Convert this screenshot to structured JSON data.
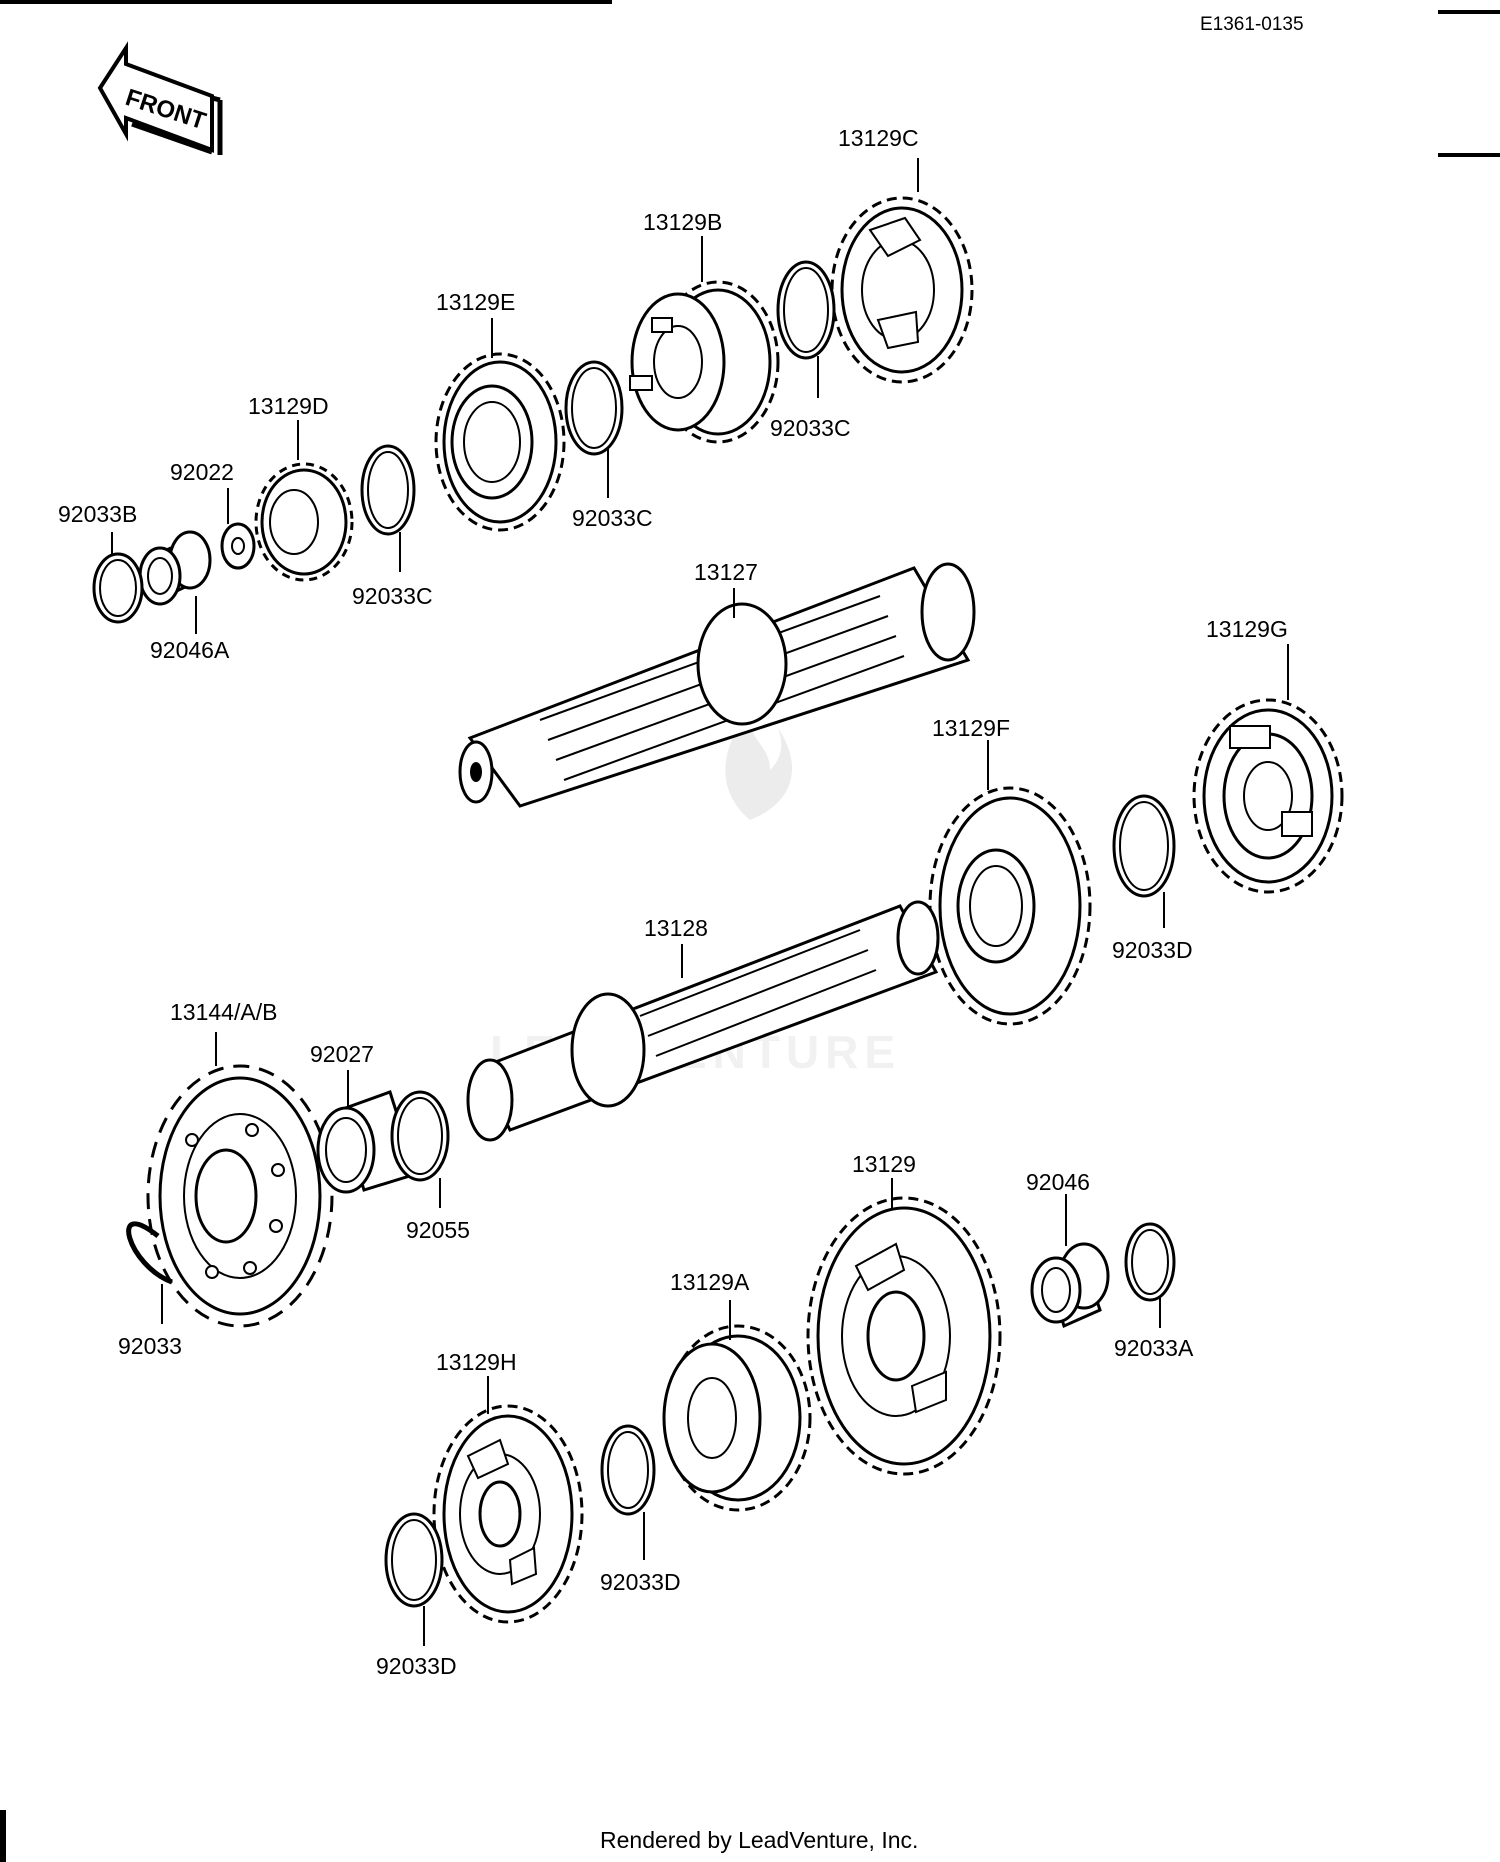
{
  "diagram_code": "E1361-0135",
  "front_label": "FRONT",
  "footer": "Rendered by LeadVenture, Inc.",
  "watermark": "LEADVENTURE",
  "parts": {
    "p13129C": "13129C",
    "p13129B": "13129B",
    "p13129E": "13129E",
    "p13129D": "13129D",
    "p92022": "92022",
    "p92033B": "92033B",
    "p92046A": "92046A",
    "p92033C_a": "92033C",
    "p92033C_b": "92033C",
    "p92033C_c": "92033C",
    "p13127": "13127",
    "p13129G": "13129G",
    "p13129F": "13129F",
    "p92033D_a": "92033D",
    "p13128": "13128",
    "p13144": "13144/A/B",
    "p92027": "92027",
    "p92055": "92055",
    "p92033": "92033",
    "p13129": "13129",
    "p92046": "92046",
    "p92033A": "92033A",
    "p13129A": "13129A",
    "p13129H": "13129H",
    "p92033D_b": "92033D",
    "p92033D_c": "92033D"
  }
}
